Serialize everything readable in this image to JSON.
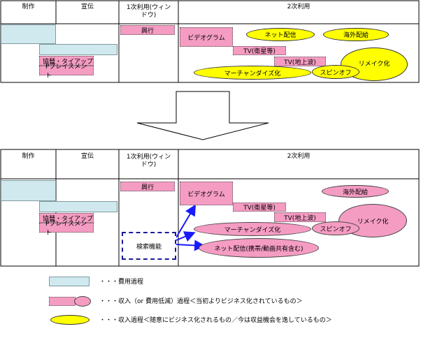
{
  "columns": {
    "production": "制作",
    "advertising": "宣伝",
    "primary_use": "1次利用(ウィン\nドウ)",
    "secondary_use": "2次利用"
  },
  "panel_top": {
    "theatrical": "興行",
    "videogram": "ビデオグラム",
    "net_distribution": "ネット配信",
    "overseas_distribution": "海外配給",
    "tv_satellite": "TV(衛星等)",
    "tv_terrestrial": "TV(地上波)",
    "remake": "リメイク化",
    "merchandising": "マーチャンダイズ化",
    "spinoff": "スピンオフ",
    "sponsorship_tieup": "協賛・タイアップ",
    "product_placement": "Pプレイスメント"
  },
  "panel_bottom": {
    "theatrical": "興行",
    "videogram": "ビデオグラム",
    "overseas_distribution": "海外配給",
    "tv_satellite": "TV(衛星等)",
    "tv_terrestrial": "TV(地上波)",
    "remake": "リメイク化",
    "merchandising": "マーチャンダイズ化",
    "spinoff": "スピンオフ",
    "search_function": "検索機能",
    "net_distribution_mobile": "ネット配信(携帯/動画共有含む)",
    "sponsorship_tieup": "協賛・タイアップ",
    "product_placement": "Pプレイスメント"
  },
  "legend": {
    "cost_process": "・・・費用過程",
    "revenue_process": "・・・収入（or 費用低減）過程＜当初よりビジネス化されているもの＞",
    "revenue_process_adhoc": "・・・収入過程＜随意にビジネス化されるもの／今は収益機会を逸しているもの＞"
  },
  "colors": {
    "cost": "#cfe9ee",
    "revenue": "#f59cc3",
    "revenue_adhoc": "#ffff00",
    "arrow": "#1a1aff",
    "search_box_border": "#1a1a9c"
  }
}
